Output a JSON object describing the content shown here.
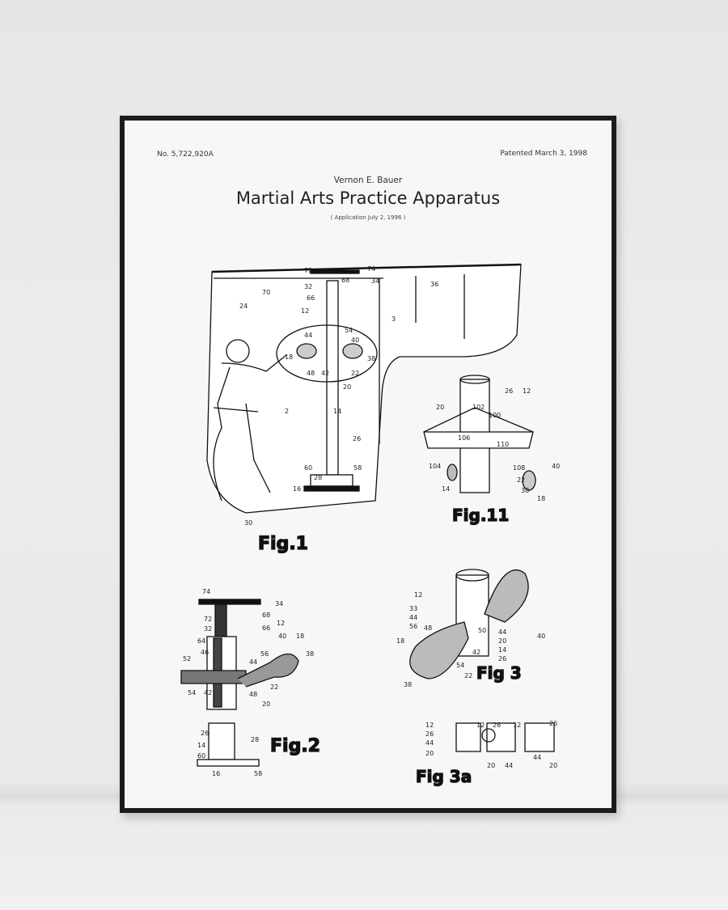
{
  "poster": {
    "patent_number": "No. 5,722,920A",
    "patent_date": "Patented March 3, 1998",
    "inventor": "Vernon E. Bauer",
    "title": "Martial Arts Practice Apparatus",
    "application": "( Application July 2, 1996 )"
  },
  "figures": [
    {
      "label": "Fig.1",
      "callouts": [
        "72",
        "74",
        "70",
        "32",
        "66",
        "68",
        "34",
        "36",
        "24",
        "12",
        "3",
        "44",
        "54",
        "40",
        "18",
        "38",
        "48",
        "42",
        "22",
        "20",
        "2",
        "14",
        "26",
        "28",
        "60",
        "58",
        "16",
        "30"
      ]
    },
    {
      "label": "Fig.11",
      "callouts": [
        "26",
        "12",
        "20",
        "102",
        "100",
        "106",
        "110",
        "104",
        "108",
        "22",
        "40",
        "38",
        "18",
        "14"
      ]
    },
    {
      "label": "Fig.2",
      "callouts": [
        "74",
        "34",
        "72",
        "68",
        "32",
        "66",
        "64",
        "12",
        "40",
        "18",
        "56",
        "38",
        "52",
        "46",
        "44",
        "54",
        "42",
        "48",
        "22",
        "20",
        "26",
        "14",
        "60",
        "28",
        "16",
        "58"
      ]
    },
    {
      "label": "Fig 3",
      "callouts": [
        "12",
        "33",
        "44",
        "56",
        "48",
        "18",
        "50",
        "44",
        "20",
        "14",
        "26",
        "42",
        "54",
        "22",
        "38",
        "40"
      ]
    },
    {
      "label": "Fig 3a",
      "callouts": [
        "12",
        "26",
        "44",
        "20",
        "12",
        "26",
        "20",
        "44",
        "12",
        "26",
        "44",
        "20"
      ]
    }
  ]
}
